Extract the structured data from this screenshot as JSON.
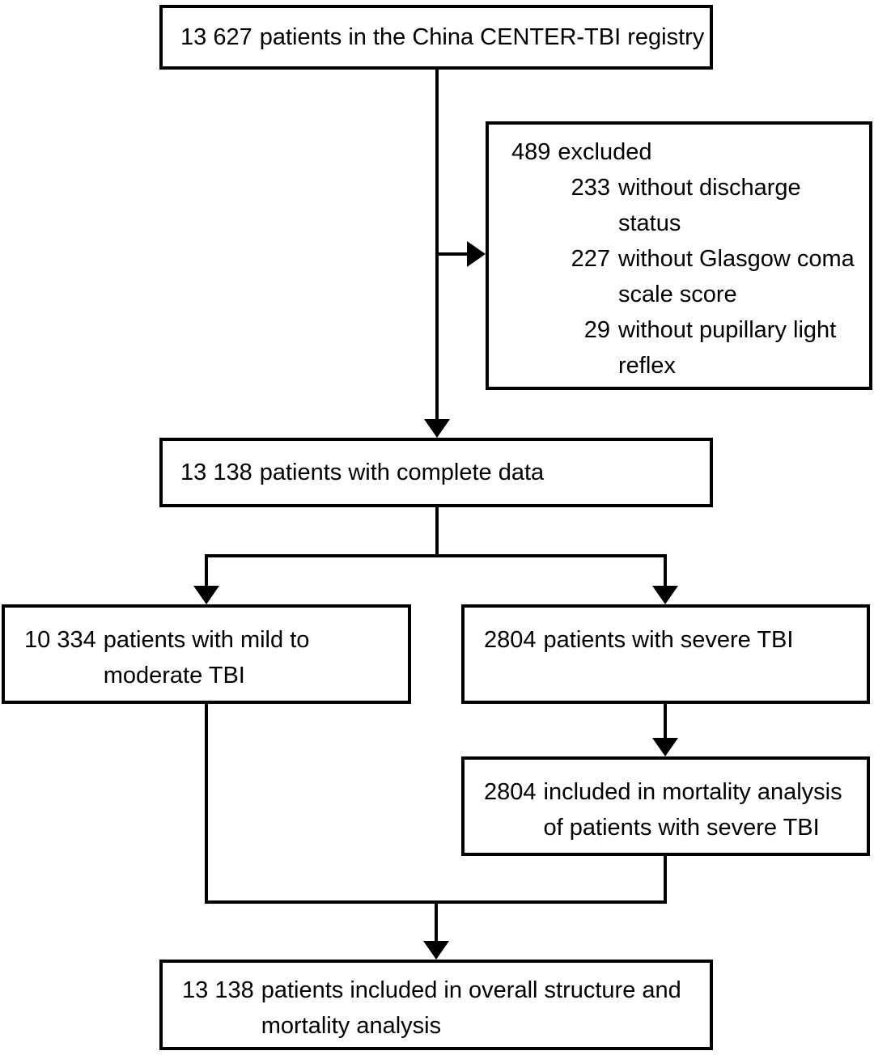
{
  "colors": {
    "line": "#000000",
    "background": "#ffffff",
    "text": "#000000"
  },
  "diagram": {
    "boxes": {
      "registry": {
        "number": "13 627",
        "text": "patients in the China CENTER-TBI registry"
      },
      "excluded": {
        "number": "489",
        "text": "excluded",
        "reasons": [
          {
            "number": "233",
            "text": "without discharge status"
          },
          {
            "number": "227",
            "text": "without Glasgow coma scale score"
          },
          {
            "number": "29",
            "text": "without pupillary light reflex"
          }
        ]
      },
      "complete": {
        "number": "13 138",
        "text": "patients with complete data"
      },
      "mild_moderate": {
        "number": "10 334",
        "text": "patients with mild to moderate TBI"
      },
      "severe": {
        "number": "2804",
        "text": "patients with severe TBI"
      },
      "mortality_severe": {
        "number": "2804",
        "text": "included in mortality analysis of patients with severe TBI"
      },
      "overall": {
        "number": "13 138",
        "text": "patients included in overall structure and mortality analysis"
      }
    }
  }
}
